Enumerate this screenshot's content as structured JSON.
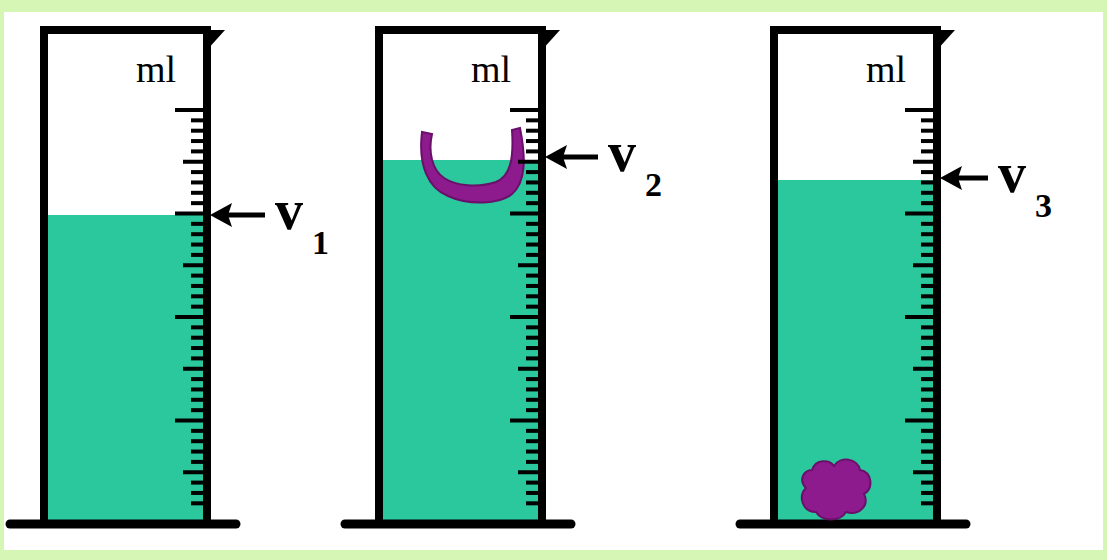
{
  "diagram": {
    "labels": [
      "ml",
      "ml",
      "ml",
      "v",
      "1",
      "v",
      "2",
      "v",
      "3"
    ]
  }
}
